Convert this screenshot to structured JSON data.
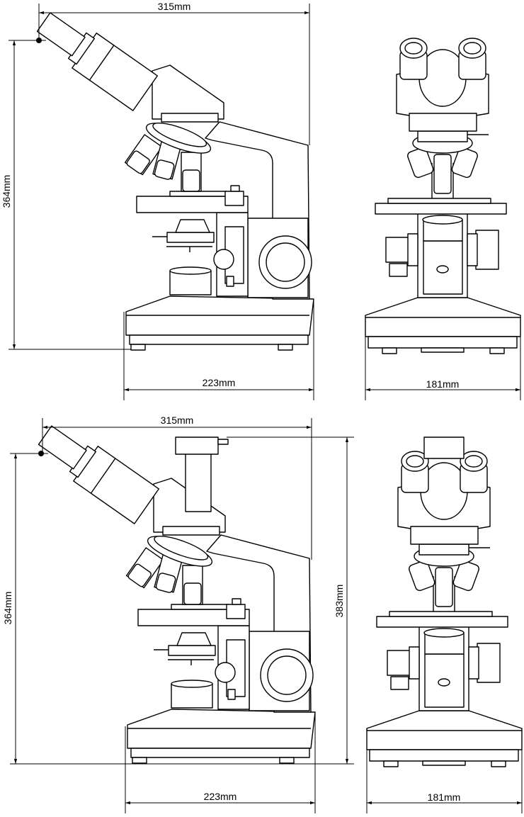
{
  "top_view": {
    "side_width": "315mm",
    "side_height": "364mm",
    "base_depth": "223mm",
    "front_width": "181mm"
  },
  "bottom_view": {
    "side_width": "315mm",
    "side_height": "364mm",
    "total_height": "383mm",
    "base_depth": "223mm",
    "front_width": "181mm"
  }
}
